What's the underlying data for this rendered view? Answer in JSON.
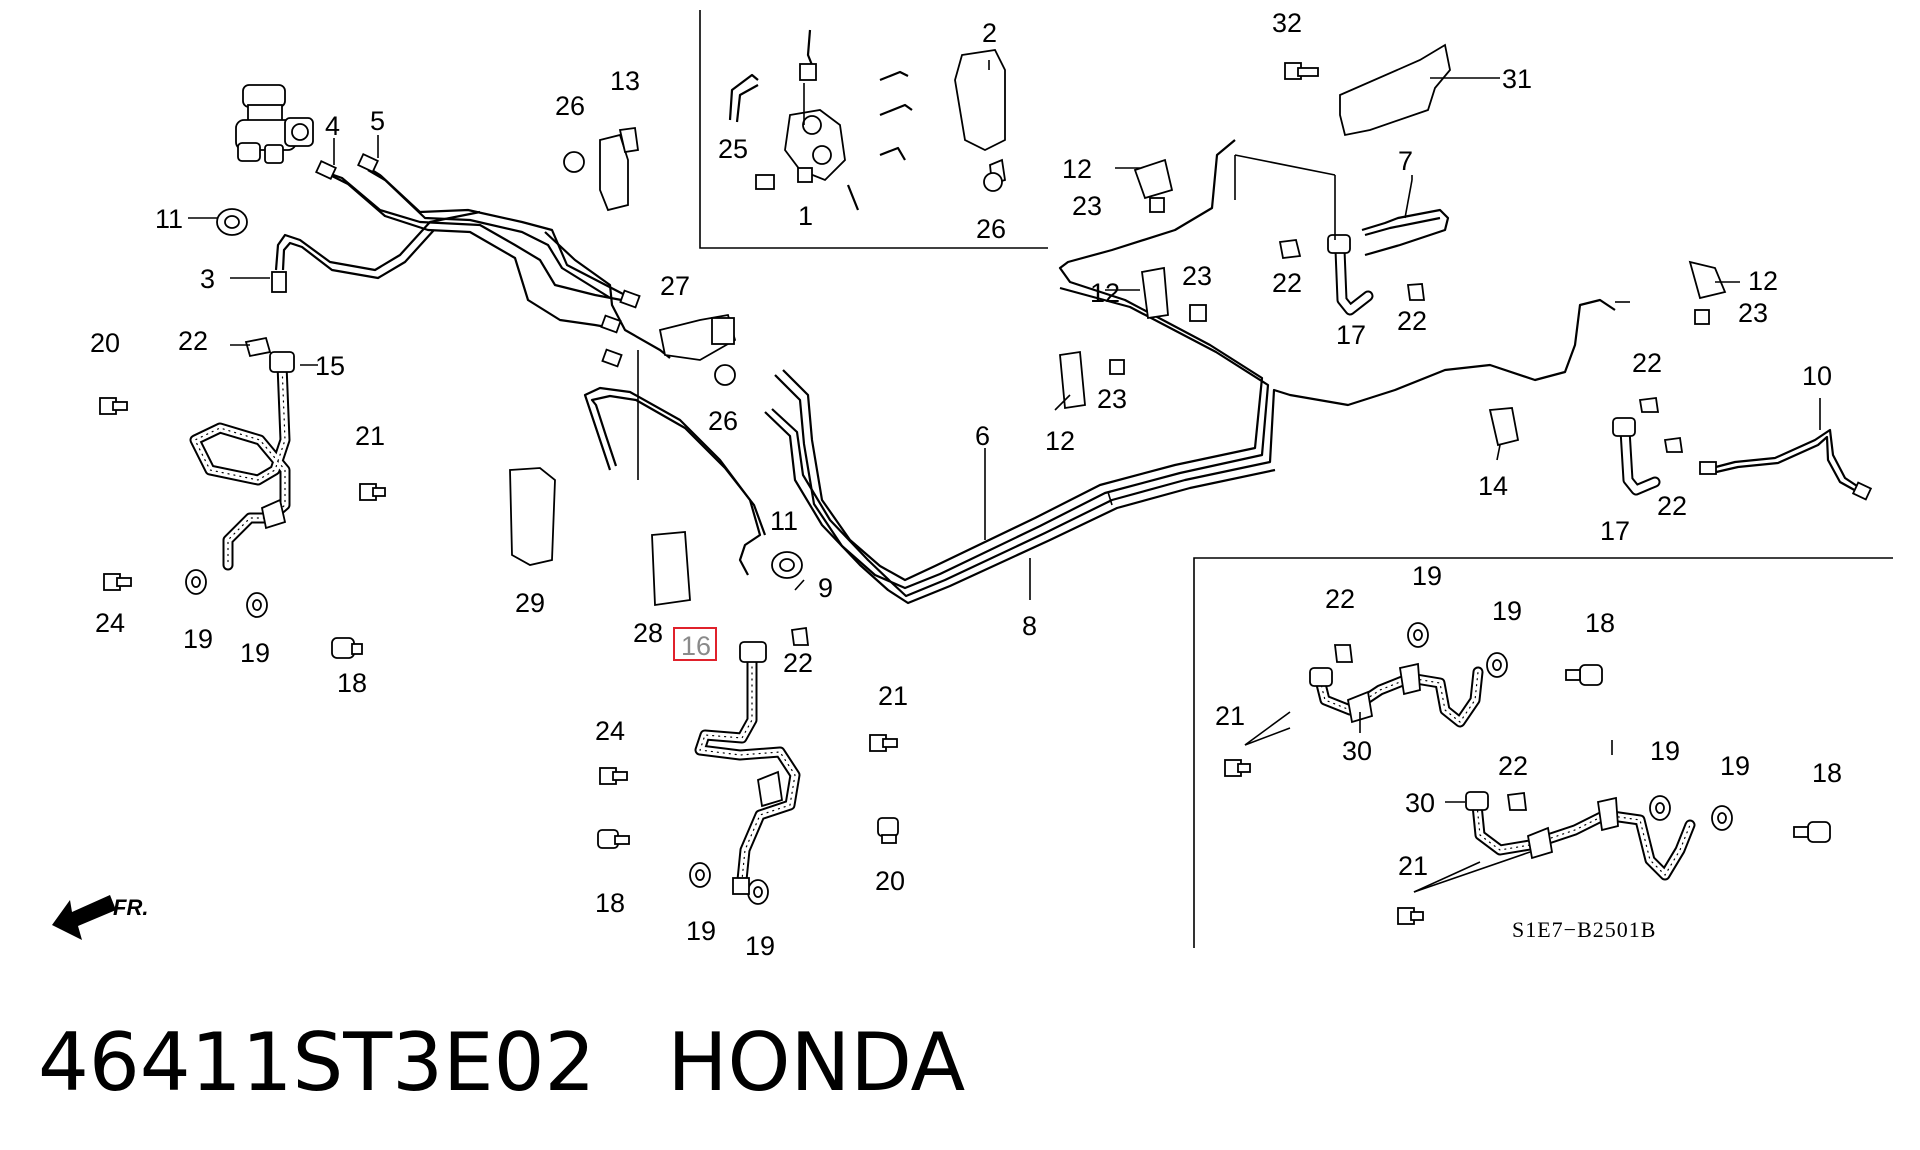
{
  "diagram": {
    "reference_code": "S1E7−B2501B",
    "front_marker": "FR.",
    "highlighted_callout": "16",
    "callouts": {
      "c1": "1",
      "c2": "2",
      "c3": "3",
      "c4": "4",
      "c5": "5",
      "c6": "6",
      "c7": "7",
      "c8": "8",
      "c9": "9",
      "c10": "10",
      "c11a": "11",
      "c11b": "11",
      "c12a": "12",
      "c12b": "12",
      "c12c": "12",
      "c12d": "12",
      "c13": "13",
      "c14": "14",
      "c15": "15",
      "c16": "16",
      "c17a": "17",
      "c17b": "17",
      "c18a": "18",
      "c18b": "18",
      "c18c": "18",
      "c18d": "18",
      "c19a": "19",
      "c19b": "19",
      "c19c": "19",
      "c19d": "19",
      "c19e": "19",
      "c19f": "19",
      "c19g": "19",
      "c19h": "19",
      "c20a": "20",
      "c20b": "20",
      "c21a": "21",
      "c21b": "21",
      "c21c": "21",
      "c21d": "21",
      "c22a": "22",
      "c22b": "22",
      "c22c": "22",
      "c22d": "22",
      "c22e": "22",
      "c22f": "22",
      "c22g": "22",
      "c22h": "22",
      "c23a": "23",
      "c23b": "23",
      "c23c": "23",
      "c23d": "23",
      "c24a": "24",
      "c24b": "24",
      "c25": "25",
      "c26a": "26",
      "c26b": "26",
      "c26c": "26",
      "c27": "27",
      "c28": "28",
      "c29": "29",
      "c30a": "30",
      "c30b": "30",
      "c31": "31",
      "c32": "32"
    }
  },
  "caption": {
    "part_number": "46411ST3E02",
    "brand": "HONDA"
  }
}
